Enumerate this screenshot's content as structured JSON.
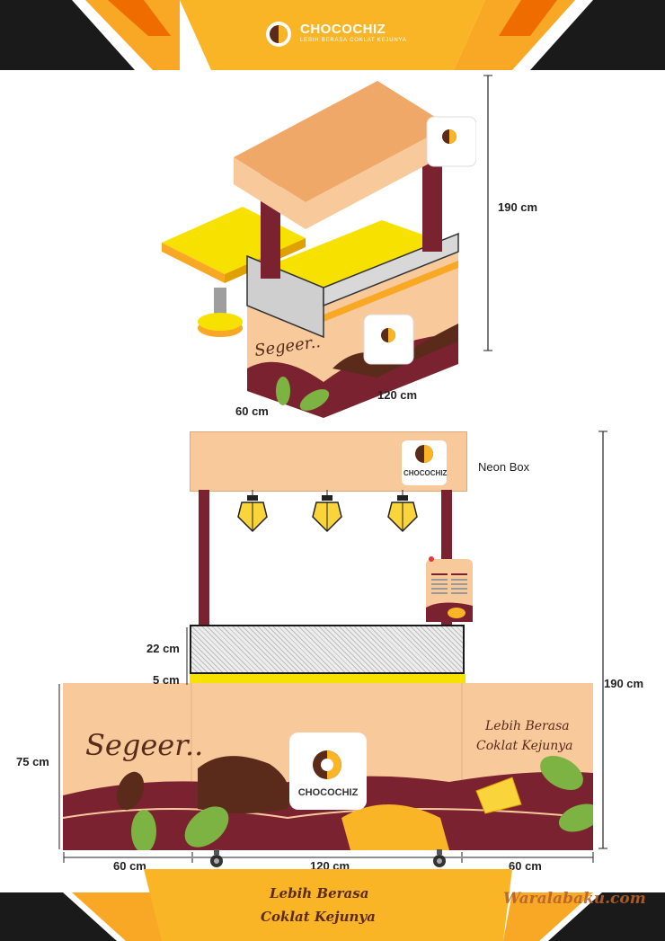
{
  "brand": {
    "name": "CHOCOCHIZ",
    "tagline": "LEBIH BERASA COKLAT KEJUNYA"
  },
  "colors": {
    "orange": "#f9a825",
    "yellow": "#f7e100",
    "maroon": "#7b2230",
    "peach": "#f7c99b",
    "chocolate": "#5a2a1a",
    "leaf": "#7cb342",
    "black": "#1a1a1a"
  },
  "top_view": {
    "height_label": "190 cm",
    "width_label": "120 cm",
    "depth_label": "60 cm",
    "side_script": "Segeer.."
  },
  "front_view": {
    "neon_box_label": "Neon Box",
    "total_height_label": "190 cm",
    "rail_height_label": "22 cm",
    "ledge_label": "5 cm",
    "counter_height_label": "75 cm",
    "left_width_label": "60 cm",
    "center_width_label": "120 cm",
    "right_width_label": "60 cm",
    "left_script": "Segeer..",
    "right_script_line1": "Lebih Berasa",
    "right_script_line2": "Coklat Kejunya"
  },
  "footer": {
    "line1": "Lebih Berasa",
    "line2": "Coklat Kejunya",
    "watermark": "Waralabaku.com"
  }
}
